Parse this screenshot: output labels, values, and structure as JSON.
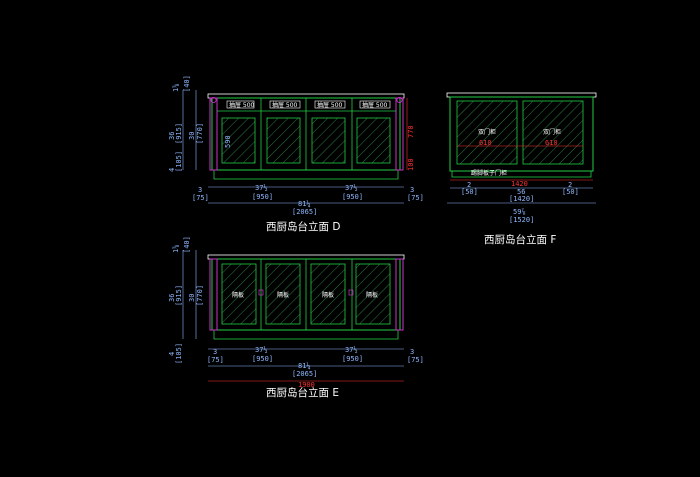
{
  "drawing": {
    "background": "#000000",
    "colors": {
      "frame": "#22cc44",
      "hatch": "#2a7a40",
      "pilaster": "#cc33cc",
      "dimension": "#8fb8ff",
      "dimension_alt": "#ff3030",
      "title": "#ffffff"
    }
  },
  "elevation_d": {
    "title": "西厨岛台立面 D",
    "drawer_labels": [
      "抽屉 500",
      "抽屉 500",
      "抽屉 500",
      "抽屉 500"
    ],
    "door_dim": "590",
    "height_dim_red": "770",
    "plinth_dim_red": "100",
    "left_dims": [
      "1⅝",
      "[40]",
      "36",
      "[915]",
      "30",
      "[770]",
      "4",
      "[105]"
    ],
    "bottom_dims_1": [
      "3",
      "[75]",
      "37½",
      "[950]",
      "37½",
      "[950]",
      "3",
      "[75]"
    ],
    "total": "81¼",
    "total_mm": "[2065]"
  },
  "elevation_f": {
    "title": "西厨岛台立面 F",
    "door_labels": [
      "双门柜",
      "双门柜"
    ],
    "door_dims_red": [
      "610",
      "610"
    ],
    "bottom_label": "踢脚板子门柜",
    "width_dim_red": "1420",
    "bottom_dims_1": [
      "2",
      "[50]",
      "56",
      "[1420]",
      "2",
      "[50]"
    ],
    "total": "59⅞",
    "total_mm": "[1520]"
  },
  "elevation_e": {
    "title": "西厨岛台立面 E",
    "door_labels": [
      "隔板",
      "隔板",
      "隔板",
      "隔板"
    ],
    "left_dims": [
      "1⅝",
      "[40]",
      "36",
      "[915]",
      "30",
      "[770]",
      "4",
      "[105]"
    ],
    "bottom_dims_1": [
      "3",
      "[75]",
      "37½",
      "[950]",
      "37½",
      "[950]",
      "3",
      "[75]"
    ],
    "total": "81¼",
    "total_mm": "[2065]",
    "width_dim_red": "1900"
  }
}
